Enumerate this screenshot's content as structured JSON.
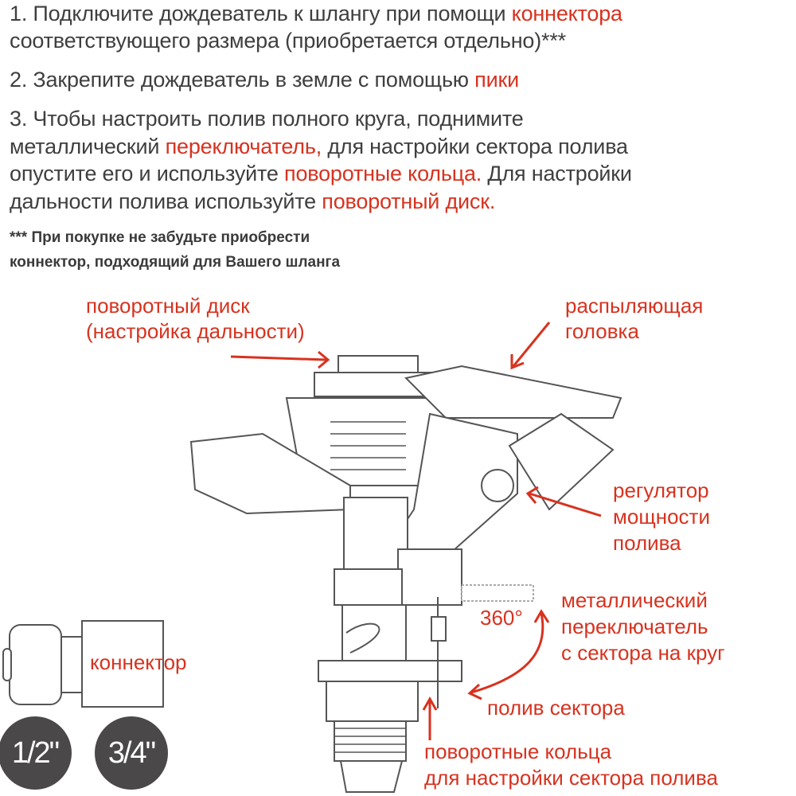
{
  "instructions": {
    "step1": {
      "line1_text": "1. Подключите дождеватель к шлангу при помощи ",
      "line1_highlight": "коннектора",
      "line2_text": "соответствующего размера (приобретается отдельно)***"
    },
    "step2": {
      "text": "2. Закрепите дождеватель в земле с помощью ",
      "highlight": "пики"
    },
    "step3": {
      "line1": "3. Чтобы настроить полив полного круга, поднимите",
      "line2_a": "металлический ",
      "line2_hl": "переключатель,",
      "line2_b": " для настройки сектора полива",
      "line3_a": "опустите его и используйте ",
      "line3_hl": "поворотные кольца.",
      "line3_b": " Для настройки",
      "line4_a": "дальности полива используйте ",
      "line4_hl": "поворотный диск."
    },
    "footnote": {
      "line1": "*** При покупке не забудьте приобрести",
      "line2": "коннектор, подходящий для Вашего шланга"
    }
  },
  "diagram": {
    "labels": {
      "rotary_disc_1": "поворотный диск",
      "rotary_disc_2": "(настройка дальности)",
      "spray_head_1": "распыляющая",
      "spray_head_2": "головка",
      "power_1": "регулятор",
      "power_2": "мощности",
      "power_3": "полива",
      "switch_1": "металлический",
      "switch_2": "переключатель",
      "switch_3": "с сектора на круг",
      "degrees": "360°",
      "sector": "полив сектора",
      "rings_1": "поворотные кольца",
      "rings_2": "для настройки сектора полива",
      "connector": "коннектор"
    },
    "sizes": [
      "1/2\"",
      "3/4\""
    ],
    "colors": {
      "text": "#3f3f3f",
      "accent": "#d8321f",
      "badge": "#4a4848",
      "outline": "#555555"
    }
  }
}
